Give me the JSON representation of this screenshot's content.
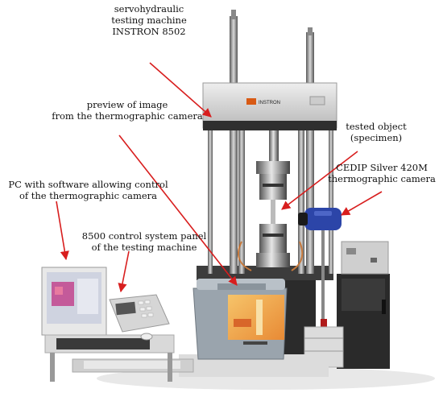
{
  "labels": {
    "machine": {
      "line1": "servohydraulic",
      "line2": "testing machine",
      "line3": "INSTRON 8502"
    },
    "preview": {
      "line1": "preview of image",
      "line2": "from the thermographic camera"
    },
    "specimen": {
      "line1": "tested object",
      "line2": "(specimen)"
    },
    "camera": {
      "line1": "CEDIP Silver 420M",
      "line2": "thermographic camera"
    },
    "pc": {
      "line1": "PC with software allowing control",
      "line2": "of the thermographic camera"
    },
    "panel": {
      "line1": "8500 control system panel",
      "line2": "of the testing machine"
    }
  },
  "brand": {
    "instron_logo": "INSTRON"
  },
  "colors": {
    "arrow": "#d81e1e",
    "machine_frame": "#4a4a4a",
    "crosshead": "#d9d9d9",
    "screen": "#f4b04e"
  }
}
